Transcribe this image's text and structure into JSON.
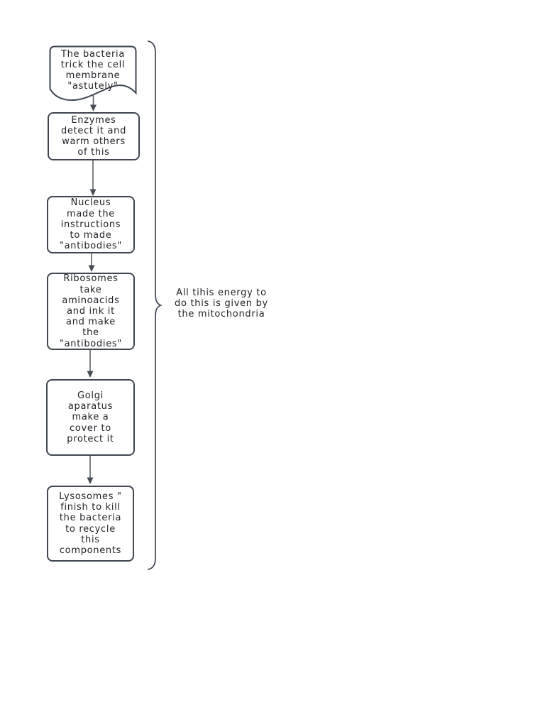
{
  "flowchart": {
    "steps": [
      {
        "shape": "document",
        "text": "The bacteria\ntrick the cell\nmembrane\n\"astutely\""
      },
      {
        "shape": "rounded-rectangle",
        "text": "Enzymes\ndetect it and\nwarm others\nof this"
      },
      {
        "shape": "rounded-rectangle",
        "text": "Nucleus\nmade the\ninstructions\nto made\n\"antibodies\""
      },
      {
        "shape": "rounded-rectangle",
        "text": "Ribosomes\ntake\naminoacids\nand ink it\nand make\nthe\n\"antibodies\""
      },
      {
        "shape": "rounded-rectangle",
        "text": "Golgi\naparatus\nmake a\ncover to\nprotect it"
      },
      {
        "shape": "rounded-rectangle",
        "text": "Lysosomes \"\nfinish to kill\nthe bacteria\nto recycle\nthis\ncomponents"
      }
    ],
    "annotation": "All tihis energy to\ndo this is given by\nthe mitochondria",
    "colors": {
      "stroke": "#3f4650",
      "text": "#1d2025",
      "arrow_shaft": "#5d6269",
      "arrow_head": "#474c54",
      "background": "#ffffff"
    }
  }
}
